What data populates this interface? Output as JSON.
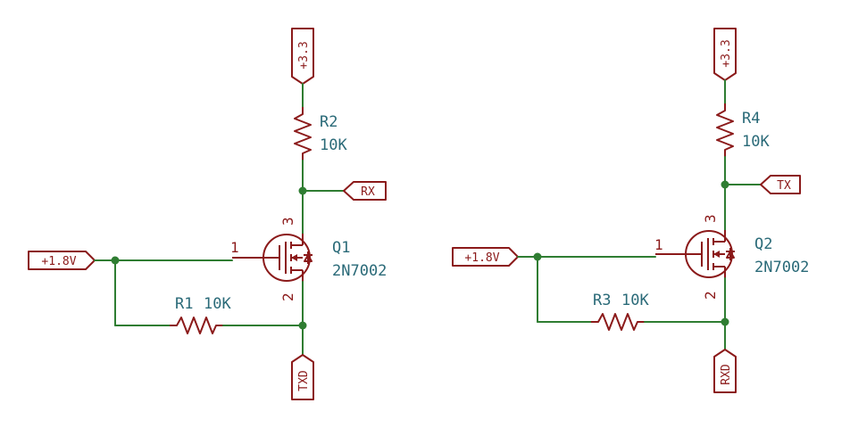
{
  "circuit1": {
    "supply": "+3.3",
    "pullup": {
      "ref": "R2",
      "value": "10K"
    },
    "output_port": "RX",
    "fet": {
      "ref": "Q1",
      "part": "2N7002",
      "gate_pin": "1",
      "drain_pin": "3",
      "source_pin": "2"
    },
    "input_port": "+1.8V",
    "bias": {
      "ref": "R1",
      "value": "10K"
    },
    "bottom_port": "TXD"
  },
  "circuit2": {
    "supply": "+3.3",
    "pullup": {
      "ref": "R4",
      "value": "10K"
    },
    "output_port": "TX",
    "fet": {
      "ref": "Q2",
      "part": "2N7002",
      "gate_pin": "1",
      "drain_pin": "3",
      "source_pin": "2"
    },
    "input_port": "+1.8V",
    "bias": {
      "ref": "R3",
      "value": "10K"
    },
    "bottom_port": "RXD"
  }
}
